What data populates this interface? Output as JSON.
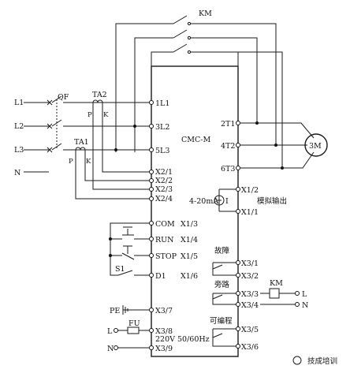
{
  "inputs": {
    "l1": "L1",
    "l2": "L2",
    "l3": "L3",
    "n": "N"
  },
  "breaker": "QF",
  "contactor": "KM",
  "ct": {
    "ta1": "TA1",
    "ta2": "TA2",
    "p": "P",
    "k": "K"
  },
  "controller": {
    "model": "CMC-M",
    "terminals": {
      "t1l1": "1L1",
      "t3l2": "3L2",
      "t5l3": "5L3",
      "x21": "X2/1",
      "x22": "X2/2",
      "x23": "X2/3",
      "x24": "X2/4",
      "com": "COM",
      "x13": "X1/3",
      "run": "RUN",
      "x14": "X1/4",
      "stop": "STOP",
      "x15": "X1/5",
      "d1": "D1",
      "x16": "X1/6",
      "x37": "X3/7",
      "x38": "X3/8",
      "x39": "X3/9",
      "power": "220V  50/60Hz",
      "t2t1": "2T1",
      "t4t2": "4T2",
      "t6t3": "6T3",
      "x12": "X1/2",
      "x11": "X1/1",
      "x31": "X3/1",
      "x32": "X3/2",
      "x33": "X3/3",
      "x34": "X3/4",
      "x35": "X3/5",
      "x36": "X3/6"
    }
  },
  "motor": "3M",
  "analog": {
    "range": "4-20mA",
    "i": "I",
    "label": "模拟输出"
  },
  "relays": {
    "fault": "故障",
    "bypass": "旁路",
    "programmable": "可编程"
  },
  "s1": "S1",
  "pe": "PE",
  "fuse": "FU",
  "right_l": "L",
  "right_n": "N",
  "left_l": "L",
  "left_n": "N",
  "km_coil": "KM",
  "watermark": "技成培训"
}
